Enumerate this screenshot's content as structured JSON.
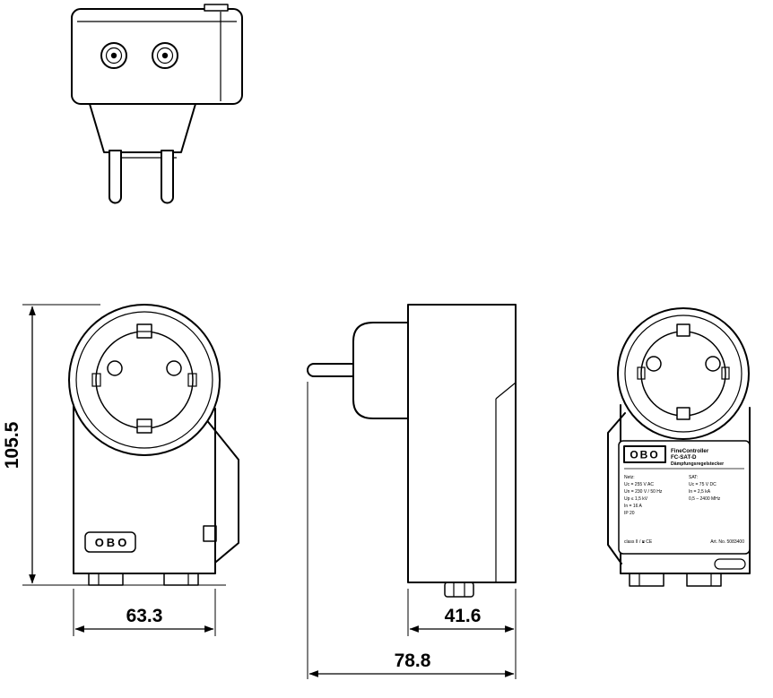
{
  "dimensions": {
    "height_label": "105.5",
    "front_width_label": "63.3",
    "body_depth_label": "41.6",
    "total_depth_label": "78.8"
  },
  "front_view": {
    "logo_text": "OBO"
  },
  "rating_label": {
    "logo_text": "OBO",
    "product_name": "FineController",
    "product_type": "FC-SAT-D",
    "product_desc": "Dämpfungsregelstecker",
    "specs_left": [
      "Netz:",
      "Uc = 255 V AC",
      "Un = 230 V / 50 Hz",
      "Up ≤ 1,5 kV",
      "In = 16 A",
      "IP 20"
    ],
    "specs_right": [
      "SAT:",
      "Uc = 75 V DC",
      "In = 2,5 kA",
      "0,5 – 2400 MHz"
    ],
    "footer_left": "class II / ⧈  CE",
    "footer_right": "Art. No. 5083400"
  }
}
